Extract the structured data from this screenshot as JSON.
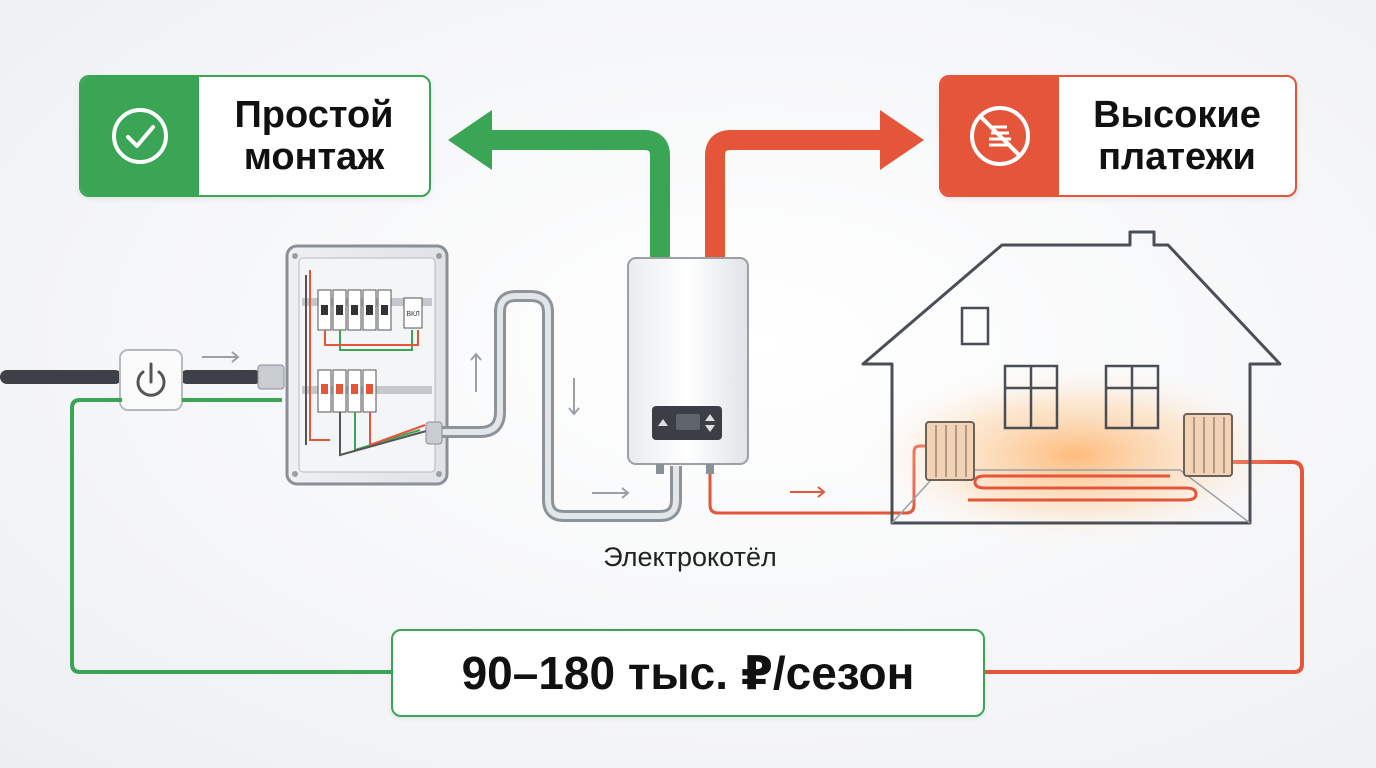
{
  "pros": {
    "label": "Простой монтаж",
    "icon": "check-circle-icon",
    "color": "#3aa655"
  },
  "cons": {
    "label": "Высокие платежи",
    "icon": "no-money-icon",
    "color": "#e4553a"
  },
  "boiler": {
    "label": "Электрокотёл"
  },
  "cost": {
    "value": "90–180 тыс. ₽/сезон"
  },
  "panel": {
    "breaker_label": "ВКЛ"
  },
  "colors": {
    "green": "#3aa655",
    "orange": "#e4553a",
    "heat": "#f7a24a",
    "outline": "#4a4f57"
  }
}
